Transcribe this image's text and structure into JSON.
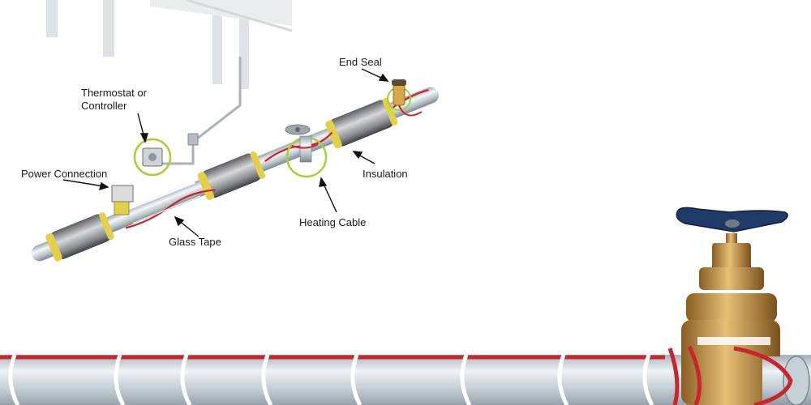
{
  "labels": {
    "end_seal": "End Seal",
    "thermostat_line1": "Thermostat or",
    "thermostat_line2": "Controller",
    "power_connection": "Power Connection",
    "insulation": "Insulation",
    "heating_cable": "Heating Cable",
    "glass_tape": "Glass Tape"
  },
  "colors": {
    "heating_cable": "#c8262a",
    "insulation_jacket": "#7a7a7a",
    "insulation_band": "#e3d04a",
    "highlight_ring": "#a9cf38",
    "valve_handle": "#1f3a66",
    "valve_body": "#c79a4a",
    "pipe": "#c9d4dc"
  }
}
